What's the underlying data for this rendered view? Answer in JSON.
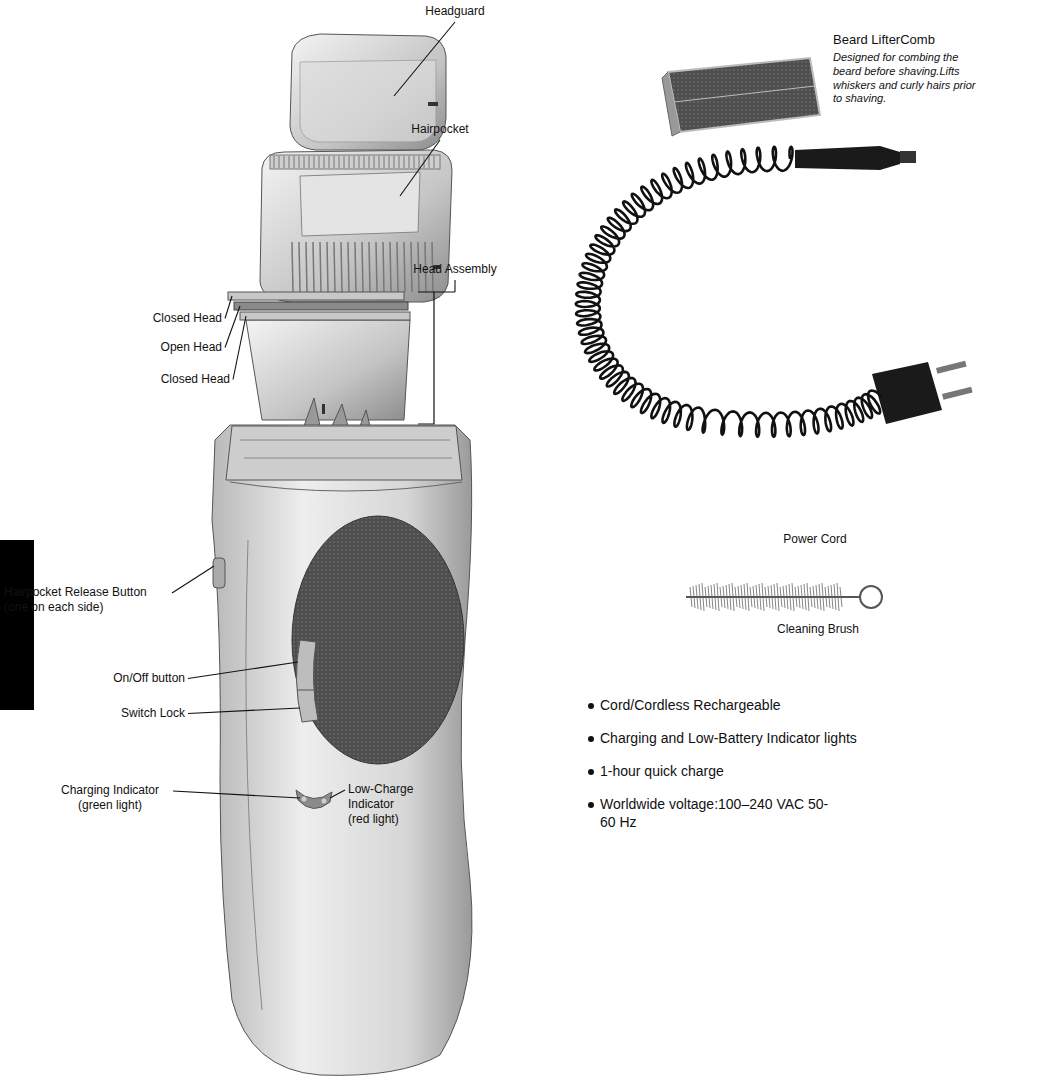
{
  "diagram": {
    "labels": [
      "Headguard",
      "Beard LifterComb",
      "Designed for combing the beard before shaving.Lifts whiskers and curly hairs prior to shaving.",
      "Hairpocket",
      "Head Assembly",
      "Closed Head",
      "Open Head",
      "Closed Head",
      "Power Cord",
      "Cleaning Brush",
      "Hairpocket Release Button (one on each side)",
      "On/Off button",
      "Switch Lock",
      "Charging Indicator (green light)",
      "Low-Charge Indicator (red light)",
      "Cord/Cordless Rechargeable",
      "Charging and Low-Battery Indicator lights",
      "1-hour quick charge",
      "Worldwide voltage:100–240 VAC 50-60 Hz"
    ]
  }
}
